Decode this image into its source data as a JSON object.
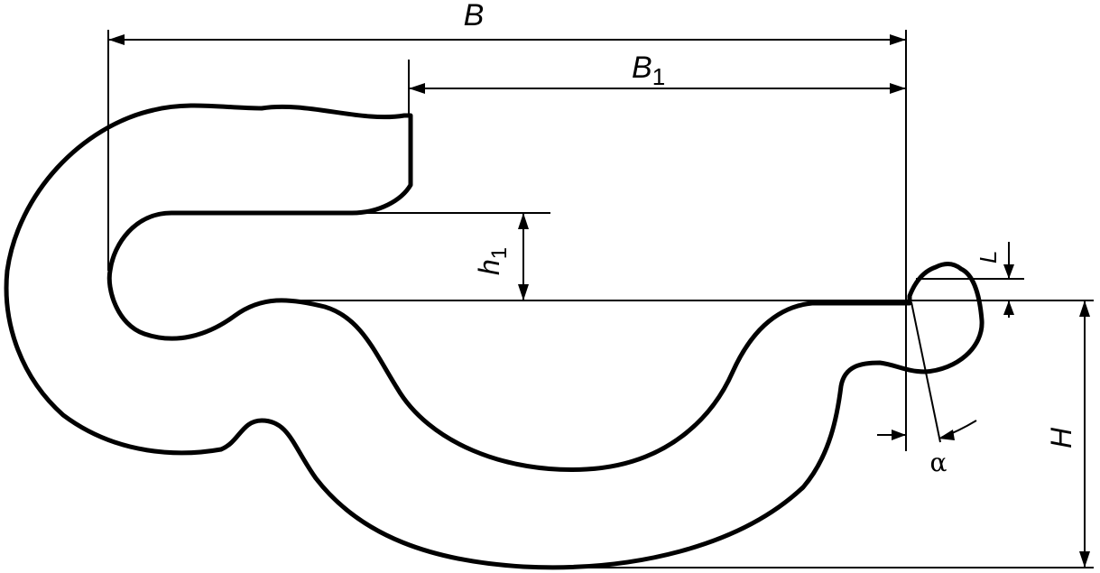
{
  "labels": {
    "B": "B",
    "B1_main": "B",
    "B1_sub": "1",
    "h1_main": "h",
    "h1_sub": "1",
    "L": "L",
    "H": "H",
    "alpha": "α"
  }
}
